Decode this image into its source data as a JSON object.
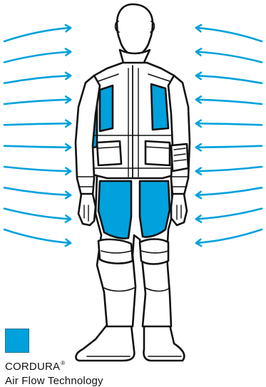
{
  "diagram": {
    "colors": {
      "airflow": "#00a1dc",
      "mesh_panel": "#00a1dc",
      "outline": "#111111",
      "background": "#ffffff"
    },
    "airflow_arrows": {
      "left_count": 10,
      "right_count": 10,
      "direction": "inward"
    }
  },
  "legend": {
    "swatch_color": "#00a1dc",
    "brand": "CORDURA",
    "brand_mark": "®",
    "caption": "Air Flow Technology"
  }
}
